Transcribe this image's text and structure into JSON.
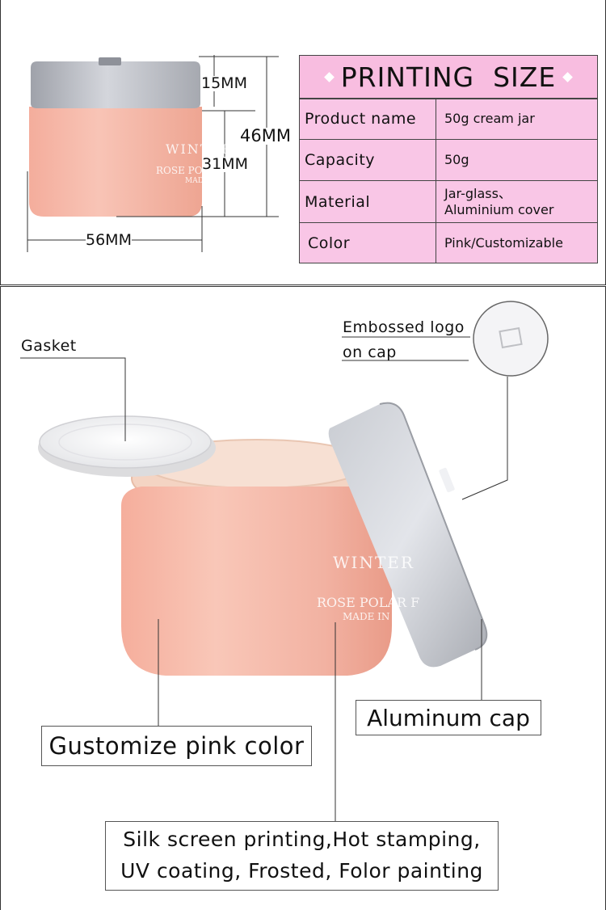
{
  "dimensions": {
    "cap_height": "15MM",
    "total_height": "46MM",
    "body_height": "31MM",
    "diameter": "56MM"
  },
  "jar_print": {
    "line1": "WINTER",
    "line2": "ROSE POLAR",
    "line3": "MADE"
  },
  "jar_print_large": {
    "line1": "WINTER",
    "line2": "ROSE POLAR F",
    "line3": "MADE IN"
  },
  "spec_table": {
    "title": "PRINTING  SIZE",
    "rows": [
      {
        "label": "Product name",
        "value": "50g cream jar"
      },
      {
        "label": "Capacity",
        "value": "50g"
      },
      {
        "label": "Material",
        "value": "Jar-glass、\nAluminium cover"
      },
      {
        "label": "Color",
        "value": "Pink/Customizable"
      }
    ]
  },
  "callouts": {
    "gasket": "Gasket",
    "embossed_line1": "Embossed logo",
    "embossed_line2": "on cap",
    "aluminum_cap": "Aluminum cap",
    "customize_color": "Gustomize pink color",
    "printing_line1": "Silk screen printing,Hot stamping,",
    "printing_line2": "UV coating, Frosted, Folor painting"
  },
  "colors": {
    "jar_pink": "#f6b8a8",
    "table_pink": "#f9c6e6",
    "cap_silver": "#b9bcc4"
  }
}
